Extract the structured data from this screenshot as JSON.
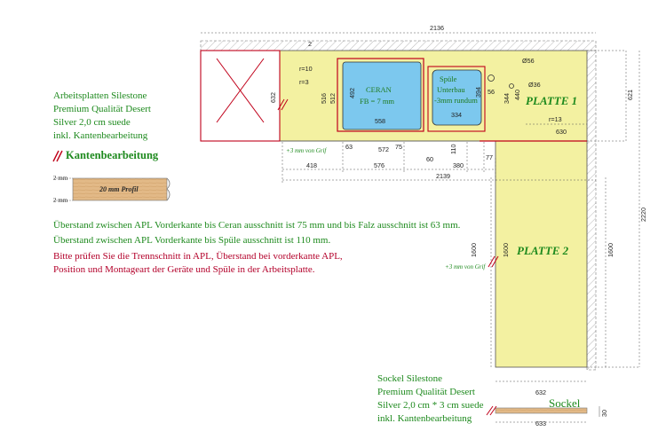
{
  "info_main": {
    "line1": "Arbeitsplatten Silestone",
    "line2": "Premium Qualität Desert",
    "line3": "Silver 2,0 cm suede",
    "line4": "inkl. Kantenbearbeitung"
  },
  "kanten": {
    "title": "Kantenbearbeitung",
    "mm_top": "2 mm",
    "mm_bottom": "2 mm",
    "profile_label": "20 mm Profil"
  },
  "notes": {
    "note1": "Überstand zwischen APL Vorderkante bis Ceran ausschnitt ist 75 mm und bis Falz ausschnitt ist 63 mm.",
    "note2": "Überstand zwischen APL Vorderkante bis Spüle ausschnitt ist 110 mm.",
    "warn1": "Bitte prüfen Sie die Trennschnitt in APL, Überstand bei vorderkante APL,",
    "warn2": "Position und Montageart der Geräte und Spüle in der Arbeitsplatte."
  },
  "sockel_info": {
    "line1": "Sockel Silestone",
    "line2": "Premium Qualität Desert",
    "line3": "Silver 2,0 cm * 3 cm suede",
    "line4": "inkl. Kantenbearbeitung"
  },
  "sockel_label": "Sockel",
  "plates": {
    "p1": "PLATTE 1",
    "p2": "PLATTE 2"
  },
  "appliances": {
    "ceran1": "CERAN",
    "ceran2": "FB = 7 mm",
    "sink1": "Spüle",
    "sink2": "Unterbau",
    "sink3": "-3mm rundum"
  },
  "grif_labels": {
    "g1": "+3 mm von Grif",
    "g2": "+3 mm von Grif"
  },
  "dims": {
    "top_total": "2136",
    "bottom_total": "2139",
    "seg_418": "418",
    "seg_576": "576",
    "seg_380": "380",
    "seg_77": "77",
    "seg_572": "572",
    "seg_75": "75",
    "seg_60": "60",
    "seg_63": "63",
    "ceran_w": "558",
    "ceran_h": "492",
    "sink_w": "334",
    "sink_h": "394",
    "sink_344": "344",
    "sink_440": "440",
    "sink_110": "110",
    "sink_56": "56",
    "d56": "Ø56",
    "d36": "Ø36",
    "r10": "r=10",
    "r3": "r=3",
    "r13": "r=13",
    "h632": "632",
    "h516": "516",
    "h512": "512",
    "d630": "630",
    "d621": "621",
    "d2220": "2220",
    "d1600a": "1600",
    "d1600b": "1600",
    "d1600c": "1600",
    "d632b": "632",
    "d633": "633",
    "d30": "30",
    "d2": "2"
  }
}
